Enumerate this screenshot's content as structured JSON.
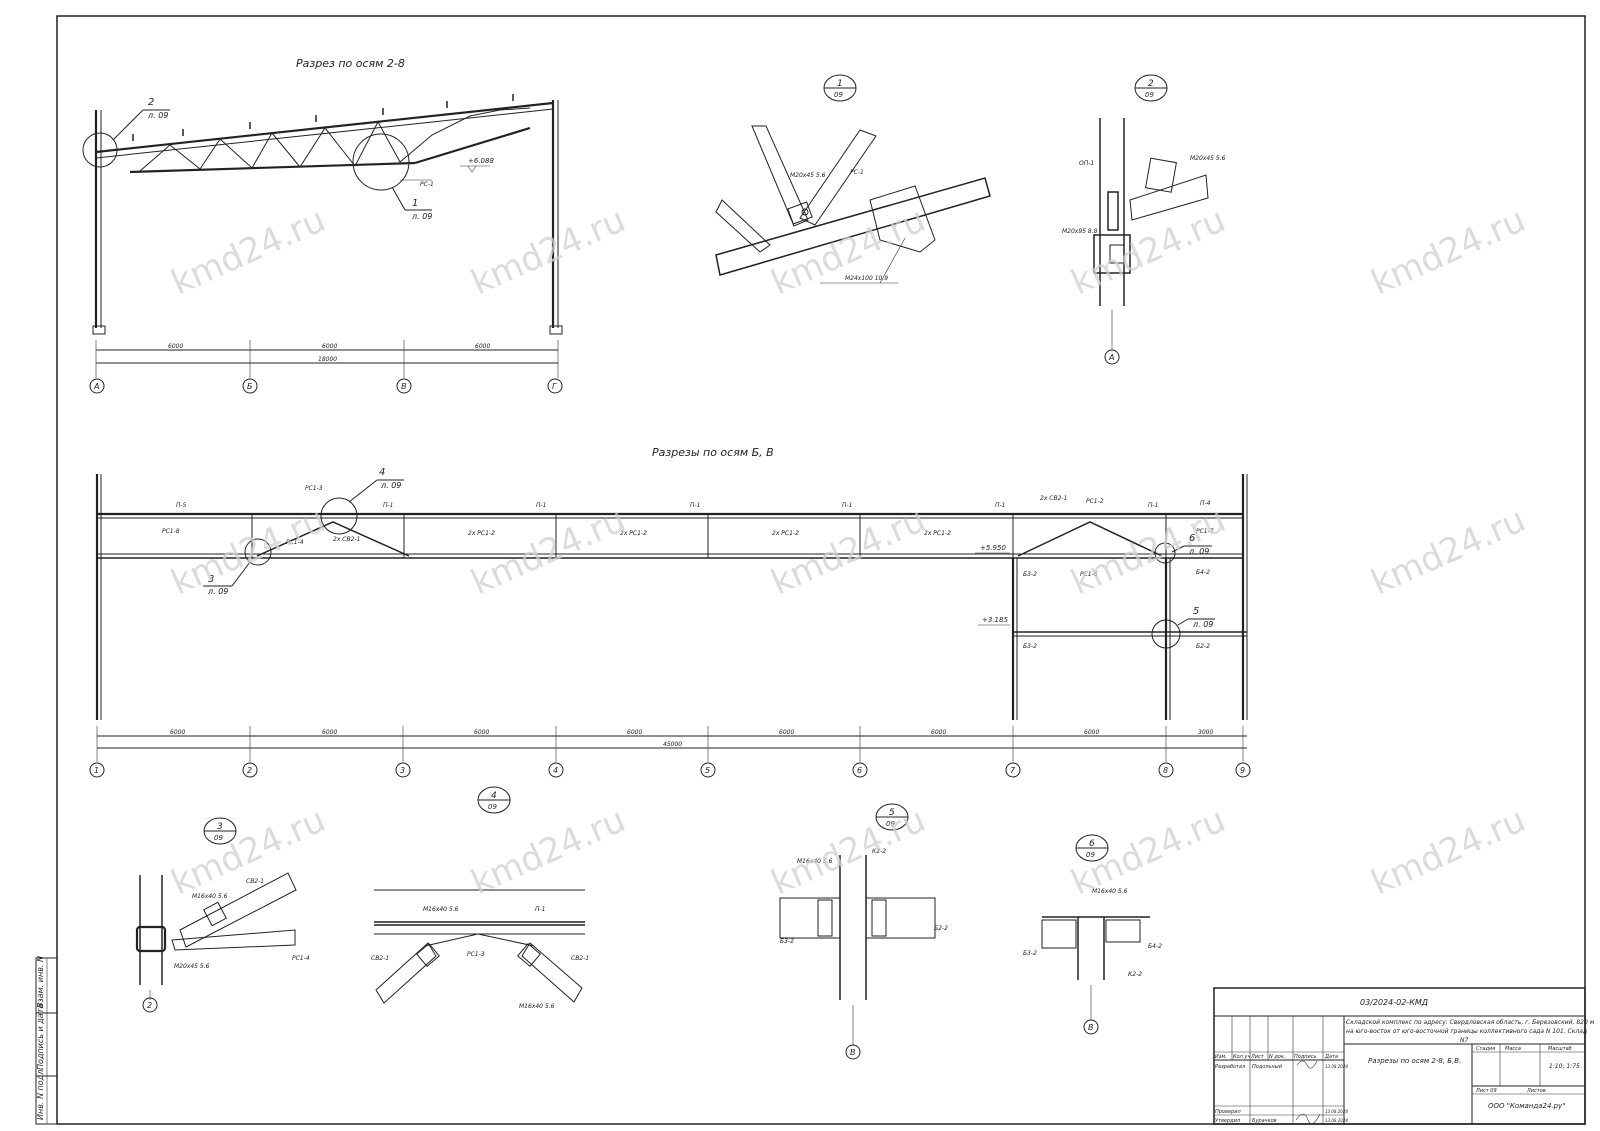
{
  "watermark": "kmd24.ru",
  "section_top": {
    "title": "Разрез по осям 2-8",
    "axes": [
      "А",
      "Б",
      "В",
      "Г"
    ],
    "dims": [
      "6000",
      "6000",
      "6000"
    ],
    "total": "18000",
    "level": "+6.088",
    "callout_2": {
      "num": "2",
      "sheet": "л. 09"
    },
    "callout_1": {
      "num": "1",
      "sheet": "л. 09"
    },
    "rs_label": "РС-1"
  },
  "detail_1": {
    "num": "1",
    "sheet": "09",
    "labels": [
      "М20х45 5.6",
      "РС-1",
      "М24х100 10.9"
    ]
  },
  "detail_2": {
    "num": "2",
    "sheet": "09",
    "labels": [
      "ОП-1",
      "М20х45 5.6",
      "М20х95 8.8"
    ],
    "axis": "А"
  },
  "section_mid": {
    "title": "Разрезы по осям Б, В",
    "axes": [
      "1",
      "2",
      "3",
      "4",
      "5",
      "6",
      "7",
      "8",
      "9"
    ],
    "dims": [
      "6000",
      "6000",
      "6000",
      "6000",
      "6000",
      "6000",
      "6000",
      "3000"
    ],
    "total": "45000",
    "level1": "+5.950",
    "level2": "+3.185",
    "labels": [
      "П-5",
      "РС1-8",
      "РС1-3",
      "П-1",
      "П-1",
      "П-1",
      "П-1",
      "П-1",
      "П-1",
      "П-4",
      "2х РС1-2",
      "2х РС1-2",
      "2х РС1-2",
      "2х РС1-2",
      "РС1-4",
      "2х СВ2-1",
      "2х СВ2-1",
      "РС1-2",
      "РС1-7",
      "Б3-2",
      "РС1-6",
      "Б4-2",
      "Б3-2",
      "Б2-2"
    ],
    "c3": {
      "num": "3",
      "sheet": "л. 09"
    },
    "c4": {
      "num": "4",
      "sheet": "л. 09"
    },
    "c5": {
      "num": "5",
      "sheet": "л. 09"
    },
    "c6": {
      "num": "6",
      "sheet": "л. 09"
    }
  },
  "detail_3": {
    "num": "3",
    "sheet": "09",
    "labels": [
      "СВ2-1",
      "М16х40 5.6",
      "М20х45 5.6",
      "РС1-4"
    ],
    "axis": "2"
  },
  "detail_4": {
    "num": "4",
    "sheet": "09",
    "labels": [
      "М16х40 5.6",
      "П-1",
      "СВ2-1",
      "РС1-3",
      "СВ2-1",
      "М16х40 5.6"
    ]
  },
  "detail_5": {
    "num": "5",
    "sheet": "09",
    "labels": [
      "К2-2",
      "М16х40 5.6",
      "Б3-2",
      "Б2-2"
    ],
    "axis": "В"
  },
  "detail_6": {
    "num": "6",
    "sheet": "09",
    "labels": [
      "М16х40 5.6",
      "Б3-2",
      "Б4-2",
      "К2-2"
    ],
    "axis": "В"
  },
  "side_stamp": [
    "Взам. инв. N",
    "Подпись и дата",
    "Инв. N подл."
  ],
  "title_block": {
    "code": "03/2024-02-КМД",
    "project_l1": "Складской комплекс по адресу: Свердловская область, г. Березовский, 820 м",
    "project_l2": "на юго-восток от юго-восточной границы коллективного сада N 101. Склад",
    "project_l3": "N7",
    "headers": [
      "Изм.",
      "Кол.уч",
      "Лист",
      "N док.",
      "Подпись",
      "Дата"
    ],
    "row1": [
      "Разработал",
      "Подольный",
      "",
      "13.08.2024"
    ],
    "row2": [
      "Проверил",
      "",
      "",
      "13.08.2024"
    ],
    "row3": [
      "Утвердил",
      "Бурачков",
      "",
      "13.08.2024"
    ],
    "sheet_title": "Разрезы по осям 2-8, Б,В.",
    "stage": "Стадия",
    "mass": "Масса",
    "scale": "Масштаб",
    "scale_val": "1:10; 1:75",
    "sheet": "Лист 09",
    "sheets": "Листов",
    "company": "ООО \"Команда24.ру\""
  }
}
